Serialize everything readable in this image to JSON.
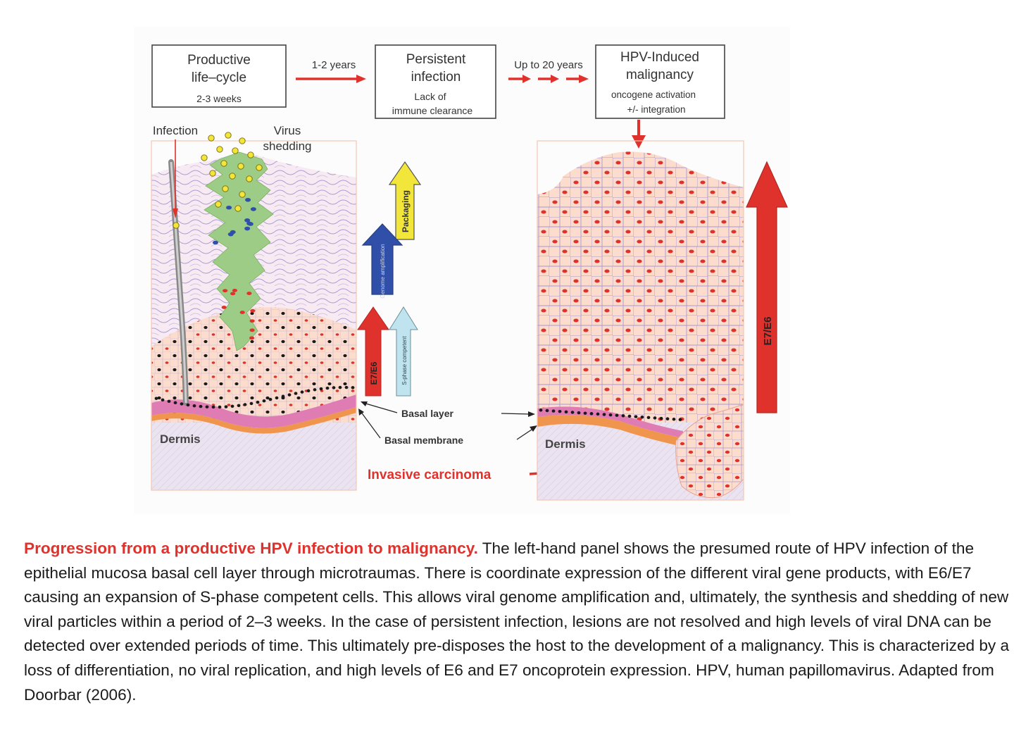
{
  "stages": [
    {
      "line1": "Productive",
      "line2": "life–cycle",
      "sub1": "2-3 weeks",
      "sub2": ""
    },
    {
      "line1": "Persistent",
      "line2": "infection",
      "sub1": "Lack of",
      "sub2": "immune clearance"
    },
    {
      "line1": "HPV-Induced",
      "line2": "malignancy",
      "sub1": "oncogene activation",
      "sub2": "+/- integration"
    }
  ],
  "transitions": [
    "1-2 years",
    "Up to 20 years"
  ],
  "labels": {
    "infection": "Infection",
    "virus_shedding_1": "Virus",
    "virus_shedding_2": "shedding",
    "basal_layer": "Basal layer",
    "basal_membrane": "Basal membrane",
    "dermis_left": "Dermis",
    "dermis_right": "Dermis",
    "invasive_carcinoma": "Invasive carcinoma"
  },
  "arrows": {
    "packaging": "Packaging",
    "genome_amplification": "Genome amplification",
    "e7e6_small": "E7/E6",
    "s_phase": "S-phase competent",
    "e7e6_large": "E7/E6"
  },
  "colors": {
    "red": "#e0322c",
    "yellow": "#f2e63a",
    "blue": "#2f4fa8",
    "lightblue": "#bfe4ef",
    "green": "#9ccc85",
    "skin": "#fbdccd",
    "dermis": "#e9e0ef",
    "membrane_orange": "#f0954d",
    "membrane_pink": "#e07cb4"
  },
  "caption": {
    "title": "Progression from a productive HPV infection to malignancy.",
    "body": " The left-hand panel shows the presumed route of HPV infection of the epithelial mucosa basal cell layer through microtraumas. There is coordinate expression of the different viral gene products, with E6/E7 causing an expansion of S-phase competent cells. This allows viral genome amplification and, ultimately, the synthesis and shedding of new viral particles within a period of 2–3 weeks. In the case of persistent infection, lesions are not resolved and high levels of viral DNA can be detected over extended periods of time. This ultimately pre-disposes the host to the development of a malignancy. This is characterized by a loss of differentiation, no viral replication, and high levels of E6 and E7 oncoprotein expression. HPV, human papillomavirus. Adapted from Doorbar (2006)."
  }
}
